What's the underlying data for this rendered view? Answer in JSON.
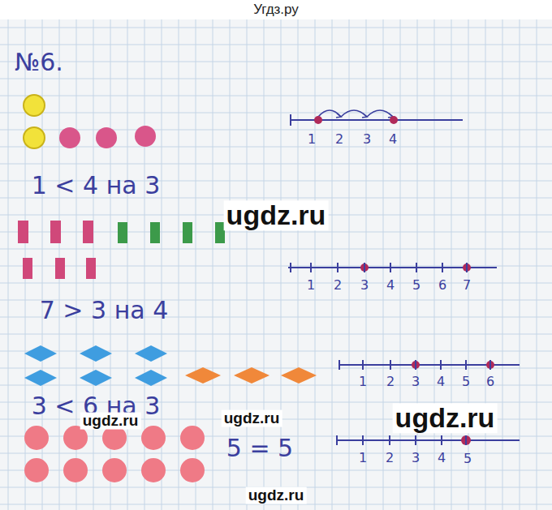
{
  "diagram": {
    "labels": [
      "Угдз.ру",
      "№6.",
      "1 < 4 на 3",
      "1",
      "2",
      "3",
      "4",
      "ugdz.ru",
      "7 > 3 на 4",
      "1",
      "2",
      "3",
      "4",
      "5",
      "6",
      "7",
      "3 < 6 на 3",
      "1",
      "2",
      "3",
      "4",
      "5",
      "6",
      "ugdz.ru",
      "ugdz.ru",
      "ugdz.ru",
      "5 = 5",
      "1",
      "2",
      "3",
      "4",
      "5",
      "ugdz.ru"
    ]
  }
}
